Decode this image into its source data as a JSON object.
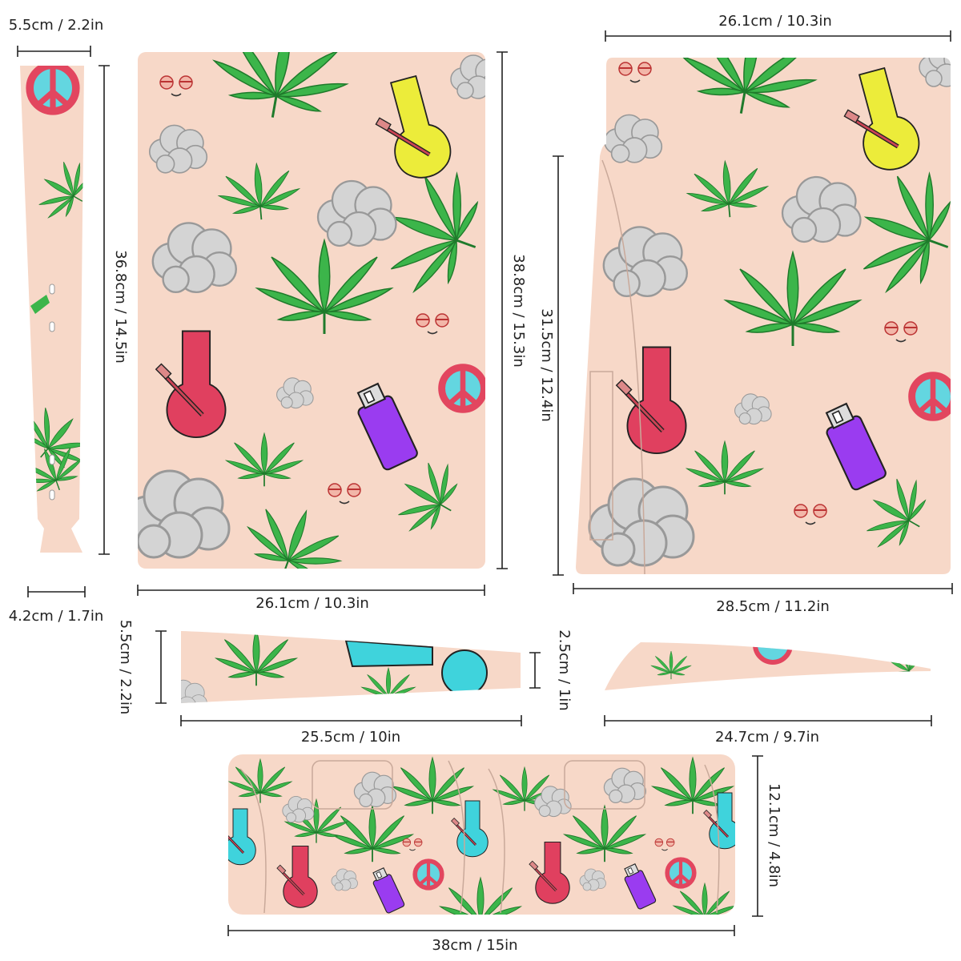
{
  "palette": {
    "skin": "#f7d8c8",
    "leaf": "#3cb54a",
    "leaf_dark": "#1f7a2b",
    "cloud": "#d4d4d4",
    "bong_red": "#e0405f",
    "bong_yellow": "#ecec3a",
    "bong_cyan": "#3fd3dc",
    "lighter_purple": "#9a3cf0",
    "peace_red": "#e2465f",
    "peace_cyan": "#63d6e0",
    "line": "#222222"
  },
  "dimensions": {
    "side_strip_top_width": "5.5cm / 2.2in",
    "side_strip_height": "36.8cm / 14.5in",
    "side_strip_bottom_width": "4.2cm / 1.7in",
    "front_panel_width": "26.1cm / 10.3in",
    "front_panel_height": "38.8cm / 15.3in",
    "right_panel_top_width": "26.1cm / 10.3in",
    "right_panel_height": "31.5cm / 12.4in",
    "right_panel_bottom_width": "28.5cm / 11.2in",
    "tapered_strip_left_height": "5.5cm / 2.2in",
    "tapered_strip_right_height": "2.5cm / 1in",
    "tapered_strip_width": "25.5cm / 10in",
    "curved_strip_width": "24.7cm / 9.7in",
    "controller_panel_width": "38cm / 15in",
    "controller_panel_height": "12.1cm / 4.8in"
  },
  "icons": [
    "cannabis-leaf-icon",
    "cloud-icon",
    "bong-icon",
    "lighter-icon",
    "peace-sign-icon",
    "sleepy-face-icon"
  ]
}
